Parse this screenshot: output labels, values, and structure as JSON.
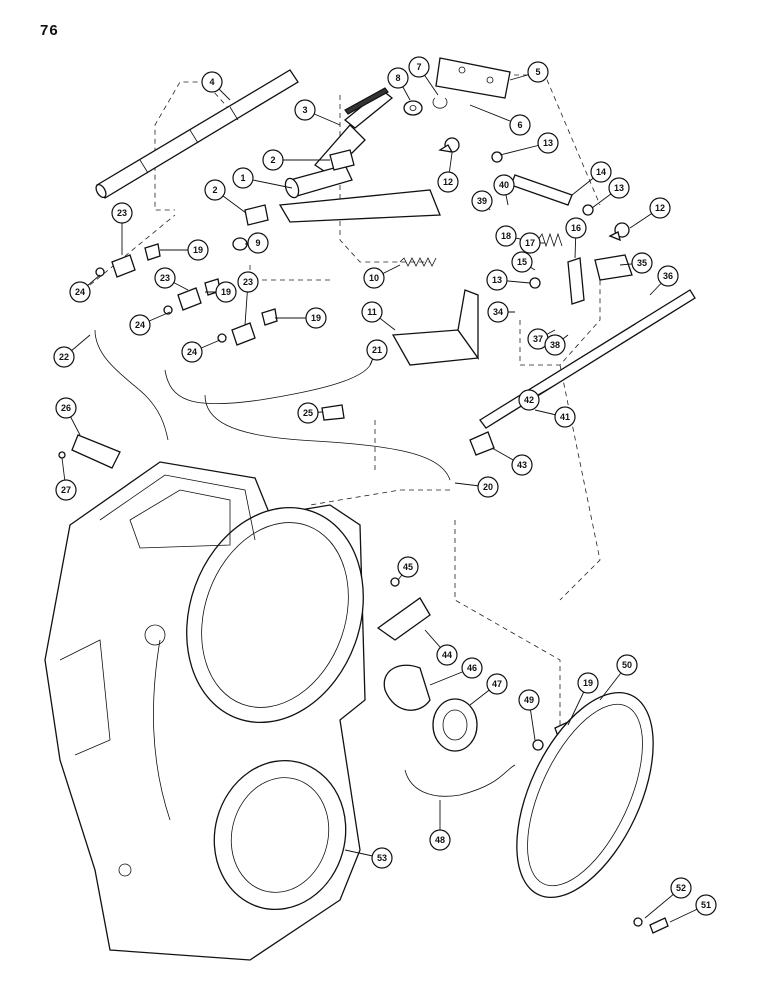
{
  "page": {
    "number": "76"
  },
  "callouts": [
    {
      "label": "1"
    },
    {
      "label": "2"
    },
    {
      "label": "2"
    },
    {
      "label": "3"
    },
    {
      "label": "4"
    },
    {
      "label": "5"
    },
    {
      "label": "6"
    },
    {
      "label": "7"
    },
    {
      "label": "8"
    },
    {
      "label": "9"
    },
    {
      "label": "10"
    },
    {
      "label": "11"
    },
    {
      "label": "12"
    },
    {
      "label": "12"
    },
    {
      "label": "13"
    },
    {
      "label": "13"
    },
    {
      "label": "13"
    },
    {
      "label": "14"
    },
    {
      "label": "15"
    },
    {
      "label": "16"
    },
    {
      "label": "17"
    },
    {
      "label": "18"
    },
    {
      "label": "19"
    },
    {
      "label": "19"
    },
    {
      "label": "19"
    },
    {
      "label": "19"
    },
    {
      "label": "20"
    },
    {
      "label": "21"
    },
    {
      "label": "22"
    },
    {
      "label": "23"
    },
    {
      "label": "23"
    },
    {
      "label": "23"
    },
    {
      "label": "24"
    },
    {
      "label": "24"
    },
    {
      "label": "24"
    },
    {
      "label": "25"
    },
    {
      "label": "26"
    },
    {
      "label": "27"
    },
    {
      "label": "34"
    },
    {
      "label": "35"
    },
    {
      "label": "36"
    },
    {
      "label": "37"
    },
    {
      "label": "38"
    },
    {
      "label": "39"
    },
    {
      "label": "40"
    },
    {
      "label": "41"
    },
    {
      "label": "42"
    },
    {
      "label": "43"
    },
    {
      "label": "44"
    },
    {
      "label": "45"
    },
    {
      "label": "46"
    },
    {
      "label": "47"
    },
    {
      "label": "48"
    },
    {
      "label": "49"
    },
    {
      "label": "50"
    },
    {
      "label": "51"
    },
    {
      "label": "52"
    },
    {
      "label": "53"
    }
  ]
}
